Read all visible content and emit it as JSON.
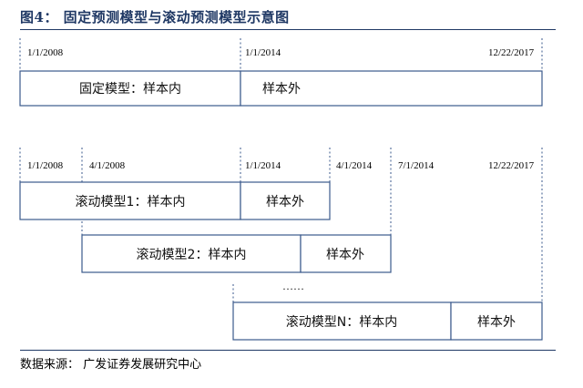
{
  "title": "图4：  固定预测模型与滚动预测模型示意图",
  "source": "数据来源：  广发证券发展研究中心",
  "fixed": {
    "dates": [
      "1/1/2008",
      "1/1/2014",
      "12/22/2017"
    ],
    "in_sample": "固定模型：样本内",
    "out_sample": "样本外"
  },
  "rolling": {
    "dates": [
      "1/1/2008",
      "4/1/2008",
      "1/1/2014",
      "4/1/2014",
      "7/1/2014",
      "12/22/2017"
    ],
    "model1": {
      "in_sample": "滚动模型1：样本内",
      "out_sample": "样本外"
    },
    "model2": {
      "in_sample": "滚动模型2：样本内",
      "out_sample": "样本外"
    },
    "ellipsis": "……",
    "modelN": {
      "in_sample": "滚动模型N：样本内",
      "out_sample": "样本外"
    }
  }
}
